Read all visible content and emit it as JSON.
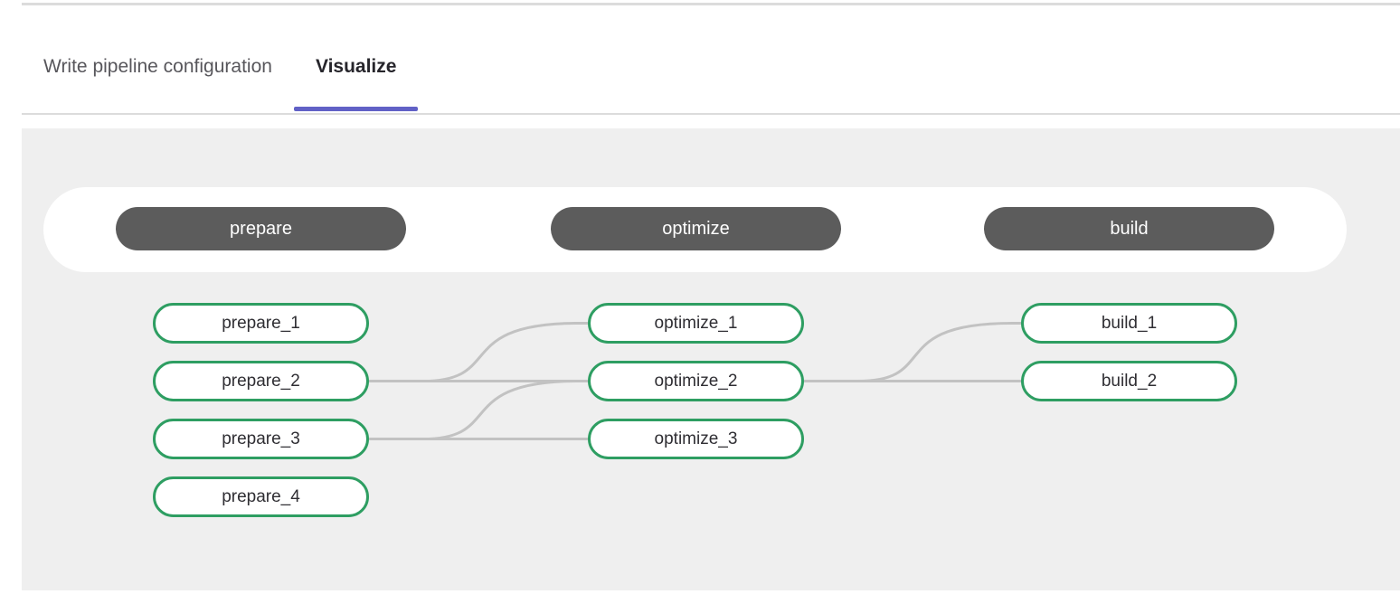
{
  "tabs": {
    "items": [
      {
        "label": "Write pipeline configuration",
        "active": false
      },
      {
        "label": "Visualize",
        "active": true
      }
    ]
  },
  "pipeline": {
    "stages": [
      {
        "name": "prepare",
        "jobs": [
          "prepare_1",
          "prepare_2",
          "prepare_3",
          "prepare_4"
        ]
      },
      {
        "name": "optimize",
        "jobs": [
          "optimize_1",
          "optimize_2",
          "optimize_3"
        ]
      },
      {
        "name": "build",
        "jobs": [
          "build_1",
          "build_2"
        ]
      }
    ],
    "edges": [
      {
        "from": "prepare_2",
        "to": "optimize_1"
      },
      {
        "from": "prepare_2",
        "to": "optimize_2"
      },
      {
        "from": "prepare_3",
        "to": "optimize_2"
      },
      {
        "from": "prepare_3",
        "to": "optimize_3"
      },
      {
        "from": "optimize_2",
        "to": "build_1"
      },
      {
        "from": "optimize_2",
        "to": "build_2"
      }
    ]
  },
  "colors": {
    "accent": "#6161c6",
    "divider": "#dcdcdc",
    "panel_bg": "#efefef",
    "stage_pill_bg": "#5c5c5c",
    "stage_pill_text": "#ffffff",
    "job_border": "#2e9e62",
    "job_bg": "#ffffff",
    "job_text": "#2f2e33",
    "connector": "#c2c2c2",
    "tab_inactive_text": "#57565b",
    "tab_active_text": "#26252b"
  }
}
